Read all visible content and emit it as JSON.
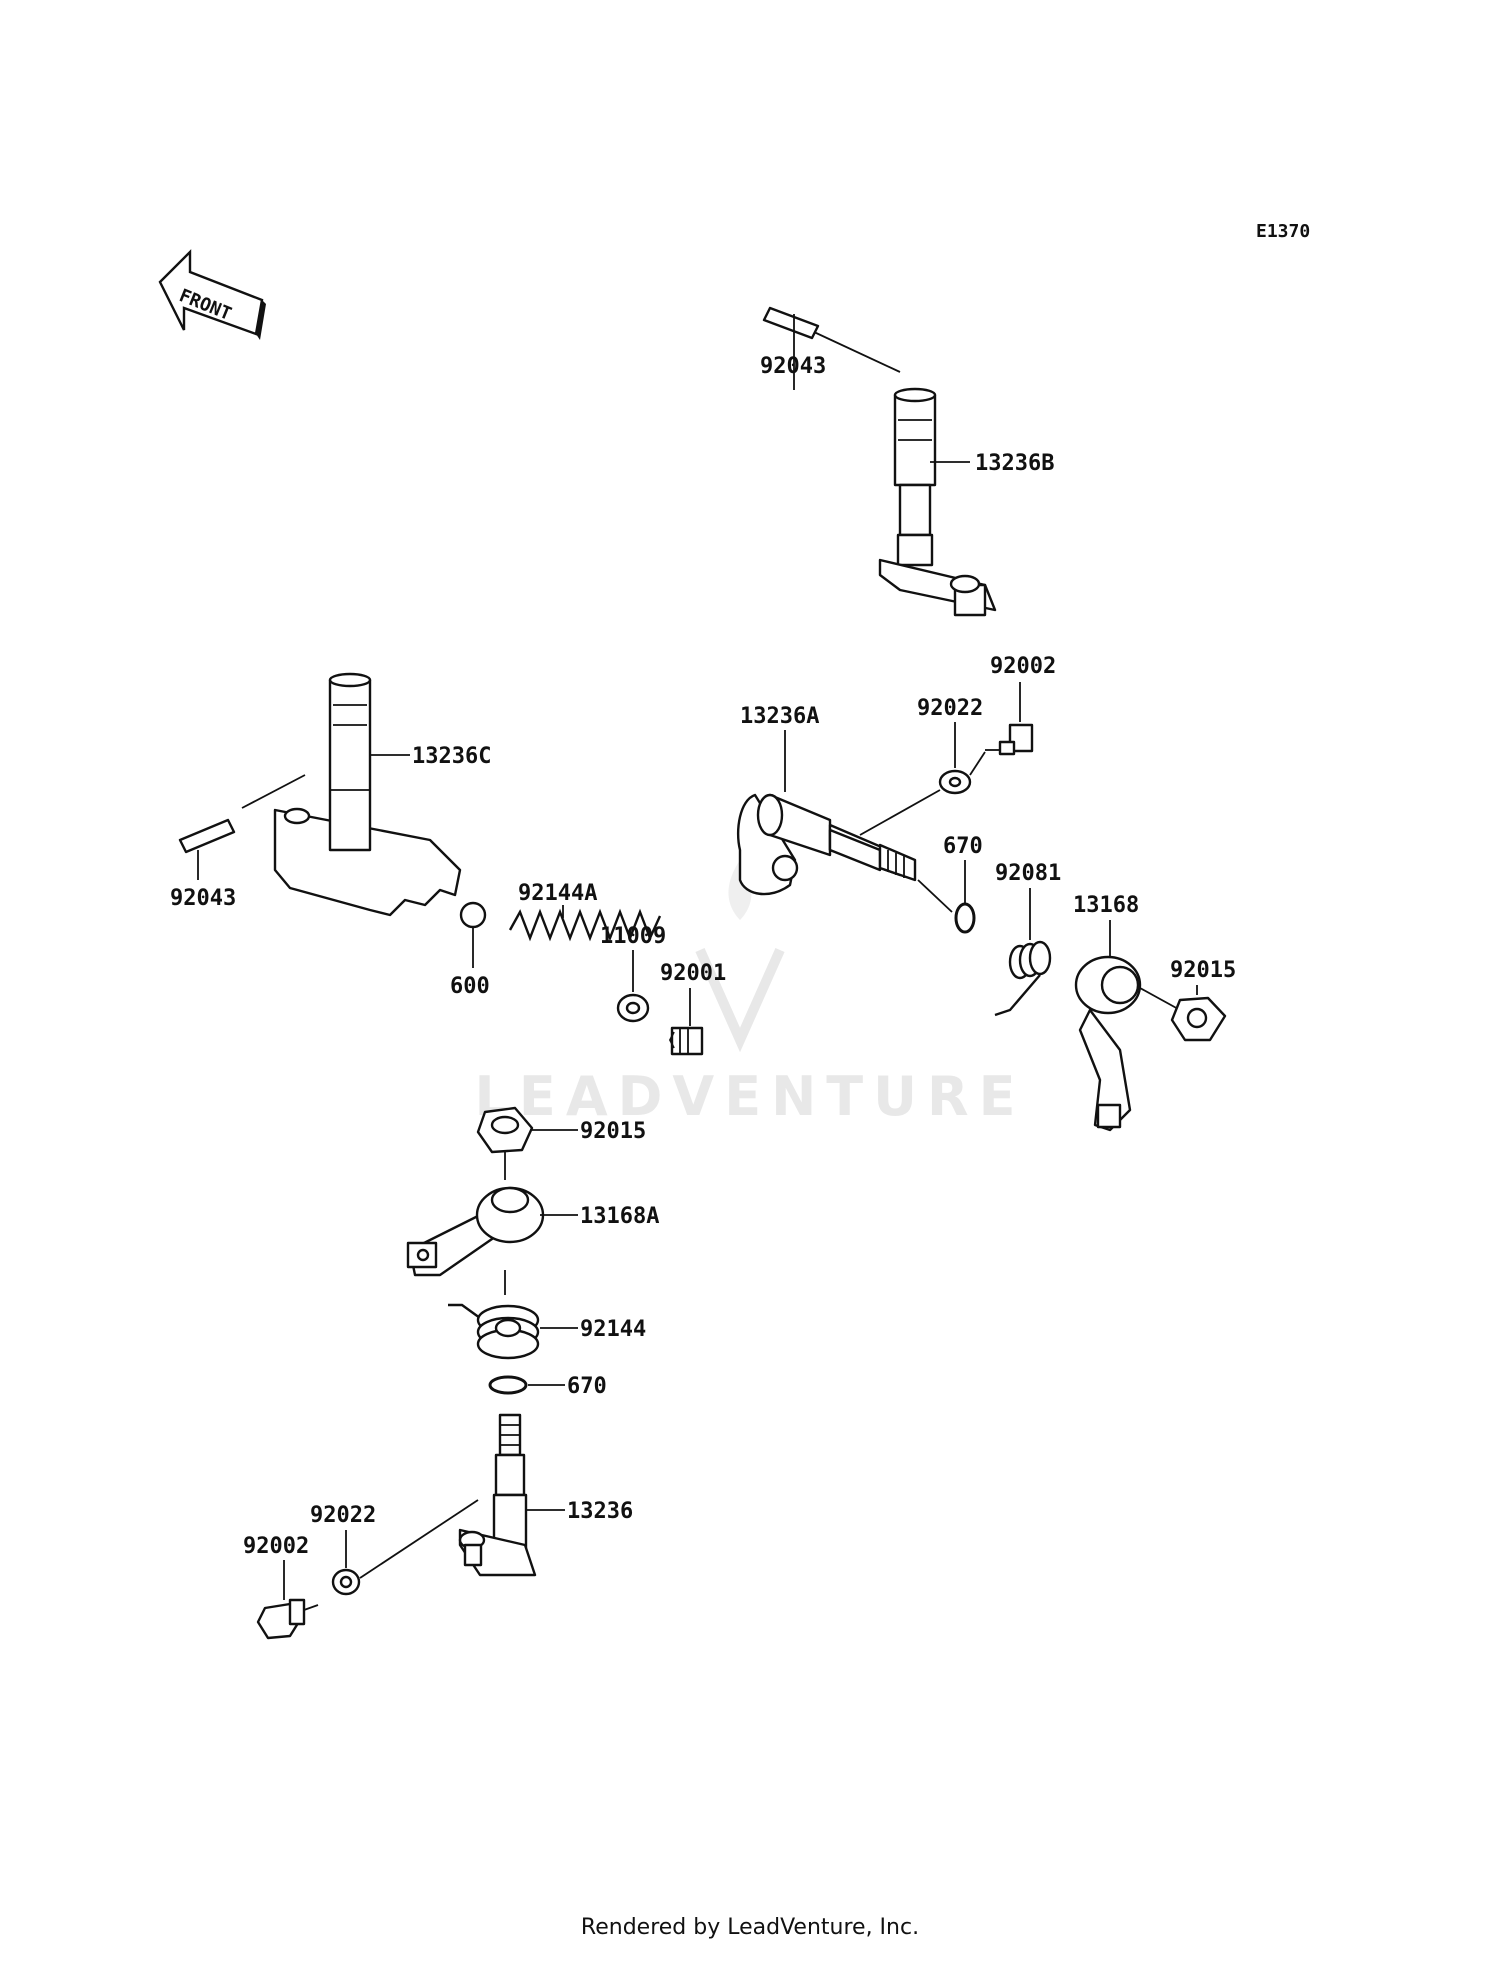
{
  "diagram_code": "E1370",
  "front_label": "FRONT",
  "watermark": "LEADVENTURE",
  "footer": "Rendered by LeadVenture, Inc.",
  "callouts": {
    "pin_top": "92043",
    "shaft_b": "13236B",
    "bolt_right": "92002",
    "washer_right": "92022",
    "shaft_a": "13236A",
    "shaft_c": "13236C",
    "oring_right": "670",
    "spring_right": "92081",
    "lever_right": "13168",
    "nut_right": "92015",
    "pin_left": "92043",
    "spring_detent": "92144A",
    "washer_small": "11009",
    "plug": "92001",
    "ball": "600",
    "nut_center": "92015",
    "lever_center": "13168A",
    "spring_center": "92144",
    "oring_center": "670",
    "shaft_bottom": "13236",
    "washer_bottom": "92022",
    "bolt_bottom": "92002"
  }
}
